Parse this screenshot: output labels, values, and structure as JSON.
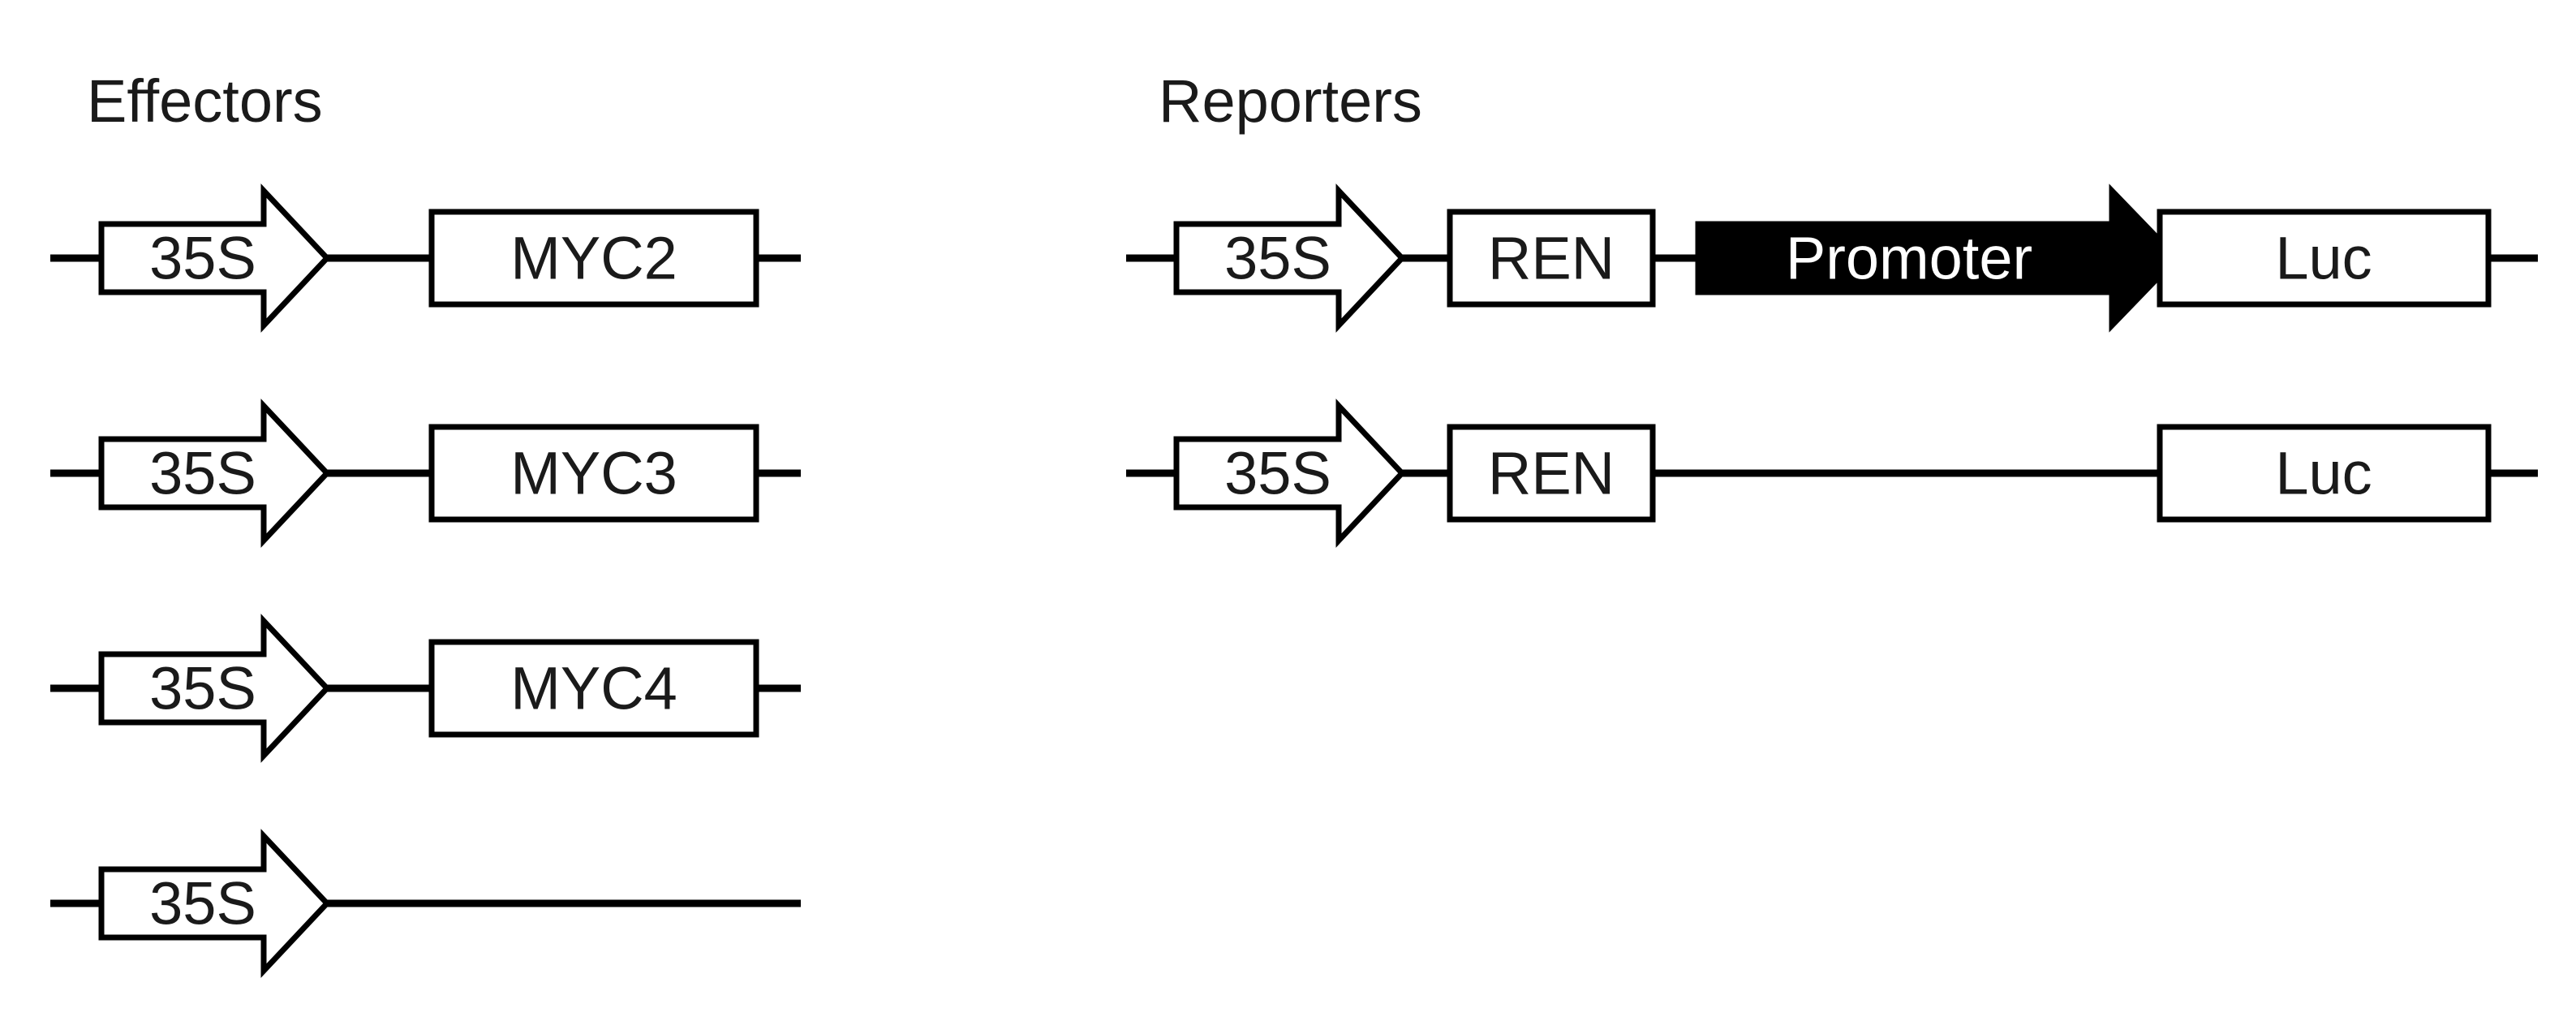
{
  "effectors": {
    "heading": "Effectors",
    "constructs": [
      {
        "promoter": "35S",
        "gene": "MYC2"
      },
      {
        "promoter": "35S",
        "gene": "MYC3"
      },
      {
        "promoter": "35S",
        "gene": "MYC4"
      },
      {
        "promoter": "35S",
        "gene": ""
      }
    ]
  },
  "reporters": {
    "heading": "Reporters",
    "constructs": [
      {
        "promoter": "35S",
        "normalizer": "REN",
        "test_promoter": "Promoter",
        "reporter": "Luc"
      },
      {
        "promoter": "35S",
        "normalizer": "REN",
        "test_promoter": "",
        "reporter": "Luc"
      }
    ]
  }
}
